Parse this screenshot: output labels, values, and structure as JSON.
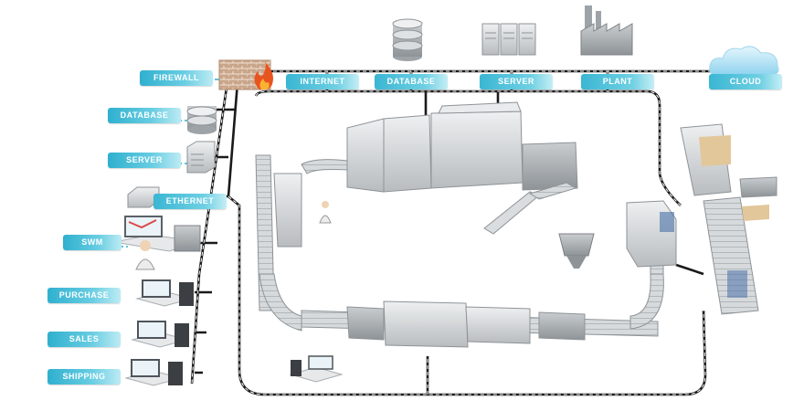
{
  "labels": {
    "firewall": "FIREWALL",
    "database_left": "DATABASE",
    "server_left": "SERVER",
    "ethernet": "ETHERNET",
    "swm": "SWM",
    "purchase": "PURCHASE",
    "sales": "SALES",
    "shipping": "SHIPPING",
    "internet": "INTERNET",
    "database_top": "DATABASE",
    "server_top": "SERVER",
    "plant": "PLANT",
    "cloud": "CLOUD"
  },
  "colors": {
    "label_start": "#3ab6d3",
    "label_end": "#c5eef5",
    "network_line": "#1a1a1a",
    "network_dash": "#ffffff",
    "machine_steel": "#cfd3d6",
    "conveyor": "#b9bec2"
  }
}
